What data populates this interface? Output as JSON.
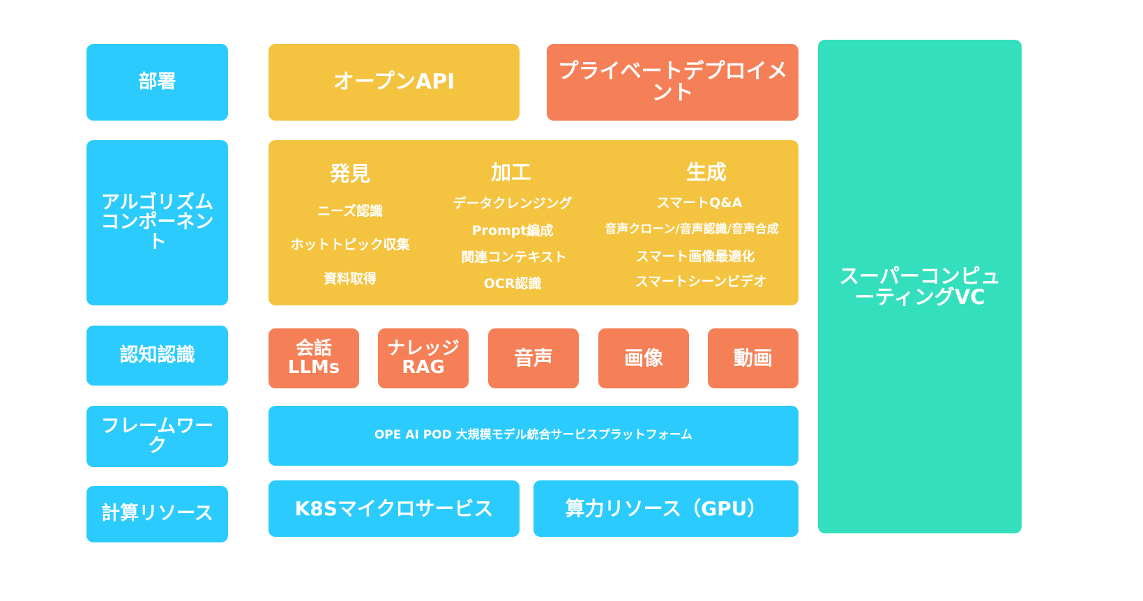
{
  "colors": {
    "blue": "#2ccbfe",
    "yellow": "#f4c33f",
    "orange": "#f57f56",
    "teal": "#34dfbd"
  },
  "layers": [
    "部署",
    "アルゴリズムコンポーネント",
    "認知認識",
    "フレームワーク",
    "計算リソース"
  ],
  "department": {
    "open_api": "オープンAPI",
    "private": "プライベートデプロイメント"
  },
  "algorithm": {
    "discovery": {
      "title": "発見",
      "items": [
        "ニーズ認識",
        "ホットトピック収集",
        "資料取得"
      ]
    },
    "processing": {
      "title": "加工",
      "items": [
        "データクレンジング",
        "Prompt編成",
        "関連コンテキスト",
        "OCR認識"
      ]
    },
    "generation": {
      "title": "生成",
      "items": [
        "スマートQ&A",
        "音声クローン/音声認識/音声合成",
        "スマート画像最適化",
        "スマートシーンビデオ"
      ]
    }
  },
  "cognition": [
    "会話LLMs",
    "ナレッジRAG",
    "音声",
    "画像",
    "動画"
  ],
  "framework": "OPE AI POD 大規模モデル統合サービスプラットフォーム",
  "compute": {
    "k8s": "K8Sマイクロサービス",
    "gpu": "算力リソース（GPU）"
  },
  "supercomputing": "スーパーコンピューティングVC"
}
